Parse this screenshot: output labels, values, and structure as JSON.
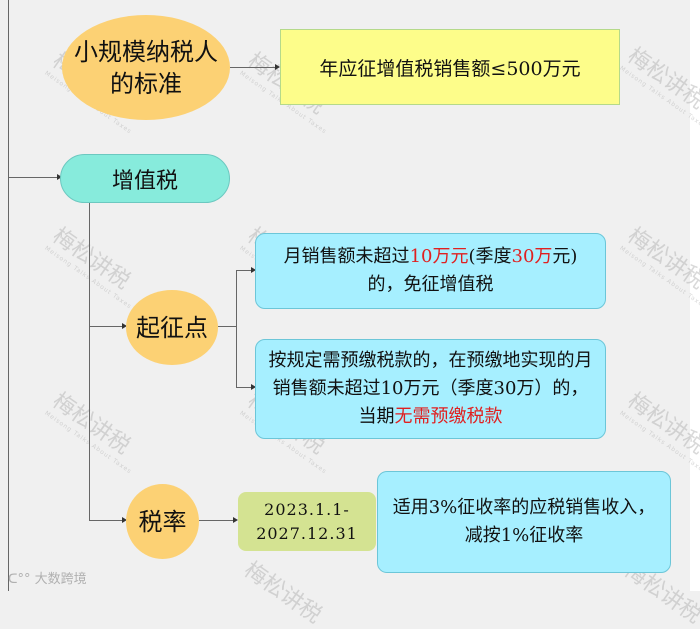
{
  "nodes": {
    "small_taxpayer": "小规模纳税人的标准",
    "small_taxpayer_line1": "小规模纳税人",
    "small_taxpayer_line2": "的标准",
    "standard": "年应征增值税销售额≤500万元",
    "vat": "增值税",
    "threshold": "起征点",
    "threshold_item1": {
      "part1": "月销售额未超过",
      "highlight1": "10万元",
      "part2": "(季度",
      "highlight2": "30万",
      "part3": "元)的，免征增值税"
    },
    "threshold_item2": {
      "part1": "按规定需预缴税款的，在预缴地实现的月销售额未超过10万元（季度30万）的，当期",
      "highlight": "无需预缴税款"
    },
    "rate": "税率",
    "rate_period_line1": "2023.1.1-",
    "rate_period_line2": "2027.12.31",
    "rate_desc": "适用3%征收率的应税销售收入，减按1%征收率"
  },
  "watermark": {
    "text": "梅松讲税",
    "subtext": "Meisong Talks About Taxes"
  },
  "logo": "大数跨境",
  "colors": {
    "ellipse": "#fcd174",
    "yellow_box": "#fdfd8a",
    "pill": "#87ebdc",
    "blue_box": "#a6efff",
    "green_box": "#d4e392",
    "highlight": "#e02020",
    "background": "#f0f0f0"
  }
}
